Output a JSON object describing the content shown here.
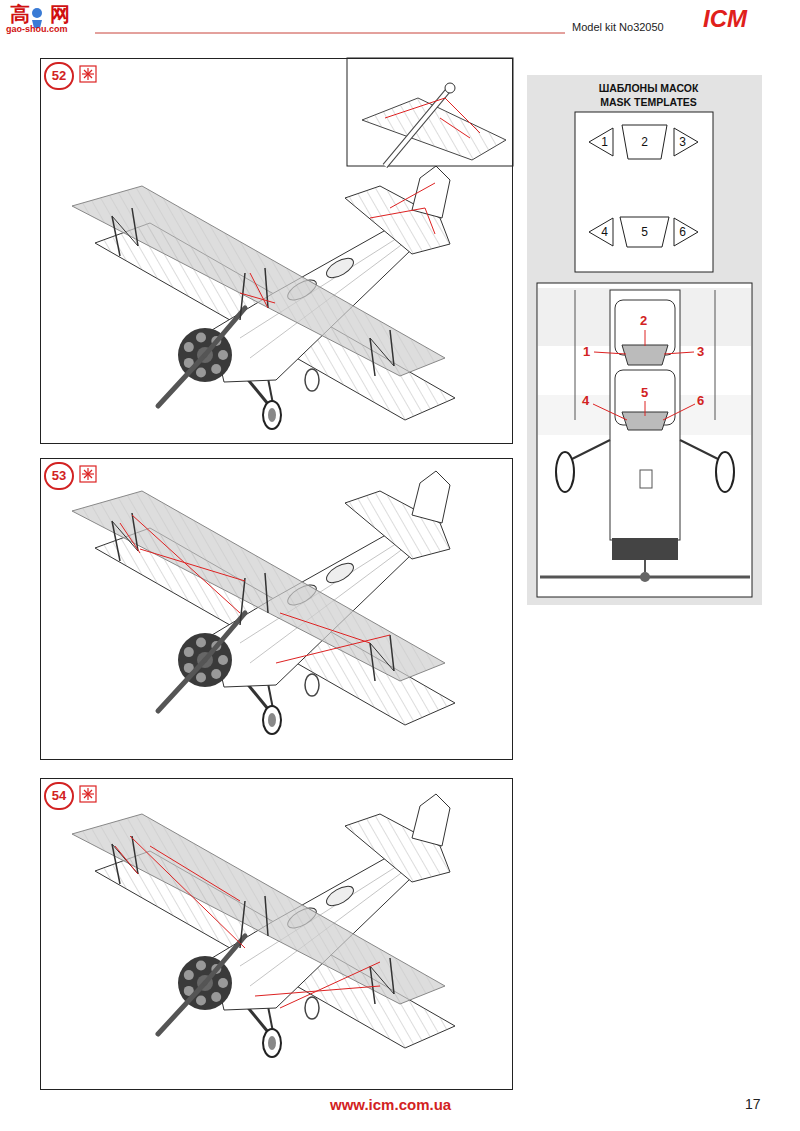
{
  "diagram": {
    "nodes": [
      {
        "text": [
          "52"
        ]
      },
      {
        "text": [
          "53"
        ]
      },
      {
        "text": [
          "54"
        ]
      },
      {
        "text": [
          "ШАБЛОНЫ МАСОК",
          "MASK TEMPLATES"
        ]
      },
      {
        "text": [
          "1"
        ],
        "in": 3
      },
      {
        "text": [
          "2"
        ],
        "in": 3
      },
      {
        "text": [
          "3"
        ],
        "in": 3
      },
      {
        "text": [
          "4"
        ],
        "in": 3
      },
      {
        "text": [
          "5"
        ],
        "in": 3
      },
      {
        "text": [
          "6"
        ],
        "in": 3
      }
    ],
    "labels": [
      "高",
      "网",
      "gao-shou.com",
      "Model kit No32050",
      "ICM",
      "1",
      "2",
      "3",
      "4",
      "5",
      "6",
      "www.icm.com.ua",
      "17"
    ]
  }
}
